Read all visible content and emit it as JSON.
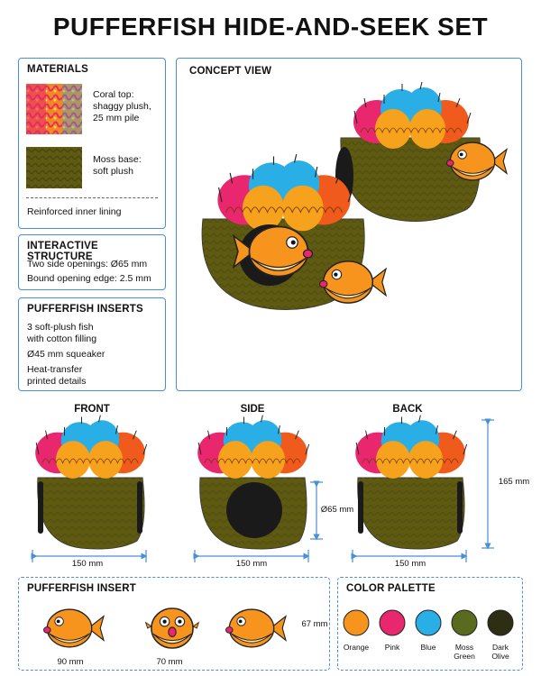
{
  "title": "PUFFERFISH HIDE-AND-SEEK SET",
  "materials": {
    "heading": "MATERIALS",
    "coral_label_1": "Coral top:",
    "coral_label_2": "shaggy plush,",
    "coral_label_3": "25 mm pile",
    "moss_label_1": "Moss base:",
    "moss_label_2": "soft plush",
    "lining": "Reinforced inner lining"
  },
  "structure": {
    "heading": "INTERACTIVE STRUCTURE",
    "line_1": "Two side openings: Ø65 mm",
    "line_2": "Bound opening edge: 2.5 mm"
  },
  "inserts": {
    "heading": "PUFFERFISH INSERTS",
    "line_1": "3 soft-plush fish",
    "line_2": "with cotton filling",
    "line_3": "Ø45 mm squeaker",
    "line_4": "Heat-transfer",
    "line_5": "printed details"
  },
  "concept": {
    "heading": "CONCEPT VIEW"
  },
  "views": {
    "front": "FRONT",
    "side": "SIDE",
    "back": "BACK",
    "width_front": "150 mm",
    "width_side": "150 mm",
    "width_back": "150 mm",
    "height": "165 mm",
    "opening": "Ø65 mm"
  },
  "insert_panel": {
    "heading": "PUFFERFISH INSERT",
    "width_1": "90 mm",
    "width_2": "70 mm",
    "height": "67 mm"
  },
  "palette": {
    "heading": "COLOR PALETTE",
    "swatches": [
      {
        "name": "Orange",
        "color": "#f7941d"
      },
      {
        "name": "Pink",
        "color": "#e8276e"
      },
      {
        "name": "Blue",
        "color": "#29aee6"
      },
      {
        "name_1": "Moss",
        "name_2": "Green",
        "color": "#5b6b1d"
      },
      {
        "name_1": "Dark",
        "name_2": "Olive",
        "color": "#2e2e14"
      }
    ]
  }
}
